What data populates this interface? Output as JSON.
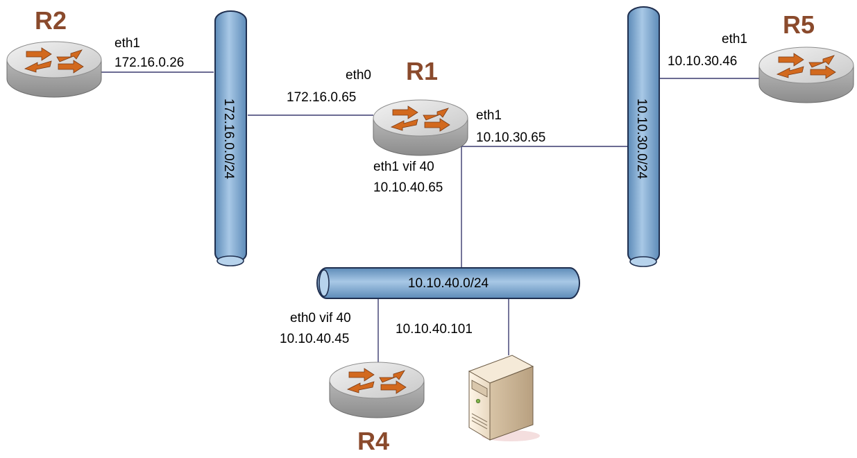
{
  "routers": {
    "r1": {
      "name": "R1"
    },
    "r2": {
      "name": "R2"
    },
    "r4": {
      "name": "R4"
    },
    "r5": {
      "name": "R5"
    }
  },
  "segments": {
    "left": {
      "label": "172.16.0.0/24"
    },
    "right": {
      "label": "10.10.30.0/24"
    },
    "bottom": {
      "label": "10.10.40.0/24"
    }
  },
  "interfaces": {
    "r2_eth1": {
      "name": "eth1",
      "ip": "172.16.0.26"
    },
    "r1_eth0": {
      "name": "eth0",
      "ip": "172.16.0.65"
    },
    "r1_eth1": {
      "name": "eth1",
      "ip": "10.10.30.65"
    },
    "r1_eth1vif": {
      "name": "eth1 vif 40",
      "ip": "10.10.40.65"
    },
    "r5_eth1": {
      "name": "eth1",
      "ip": "10.10.30.46"
    },
    "r4_eth0vif": {
      "name": "eth0 vif 40",
      "ip": "10.10.40.45"
    },
    "server": {
      "ip": "10.10.40.101"
    }
  },
  "colors": {
    "router_name": "#8a4a2c",
    "arrow": "#d2691e",
    "pipe": "#7ba7cf",
    "wire": "#3a3a6e"
  },
  "icons": {
    "router": "router-icon",
    "server": "server-icon"
  }
}
